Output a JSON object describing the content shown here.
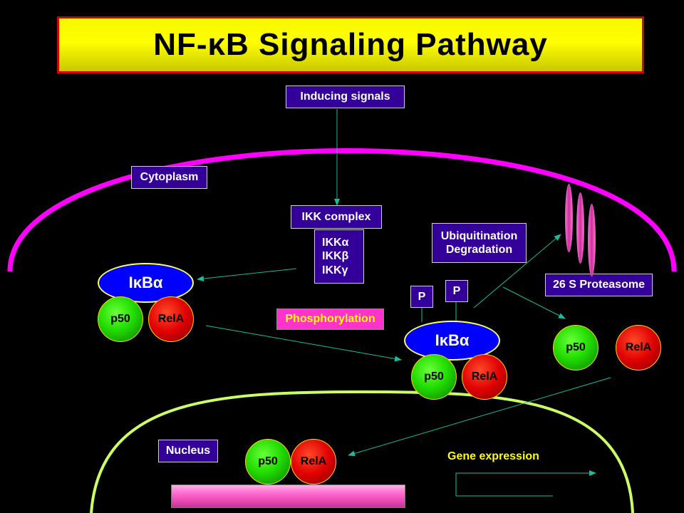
{
  "title": "NF-κB Signaling Pathway",
  "labels": {
    "inducing_signals": "Inducing signals",
    "cytoplasm": "Cytoplasm",
    "ikk_complex": "IKK complex",
    "ikk_subunits": [
      "IKKα",
      "IKKβ",
      "IKKγ"
    ],
    "ubiquitination": "Ubiquitination",
    "degradation": "Degradation",
    "proteasome": "26 S Proteasome",
    "phosphorylation": "Phosphorylation",
    "nucleus": "Nucleus",
    "gene_expression": "Gene expression",
    "phospho_mark": "P"
  },
  "proteins": {
    "ikba": "IκBα",
    "p50": "p50",
    "rela": "RelA"
  },
  "colors": {
    "cell_membrane": "#ff00ff",
    "nuclear_membrane": "#ccff66",
    "arrows": "#1abc9c",
    "label_box": "#330099",
    "title_bg": "#ffff00",
    "title_border": "#d60000"
  }
}
